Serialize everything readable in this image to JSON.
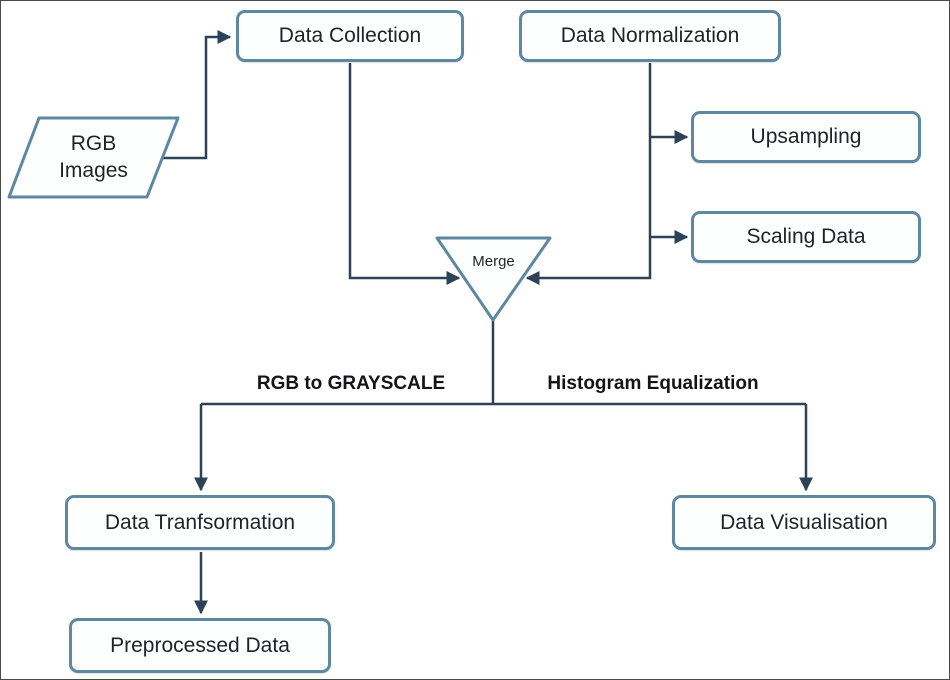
{
  "diagram": {
    "type": "flowchart",
    "colors": {
      "node_border": "#5e87a2",
      "node_fill": "#fdfefe",
      "connector": "#2c4257",
      "text": "#1f2328"
    },
    "nodes": {
      "rgb_images": {
        "label_line1": "RGB",
        "label_line2": "Images",
        "shape": "parallelogram"
      },
      "data_collection": {
        "label": "Data Collection",
        "shape": "rounded-rect"
      },
      "data_normalization": {
        "label": "Data Normalization",
        "shape": "rounded-rect"
      },
      "upsampling": {
        "label": "Upsampling",
        "shape": "rounded-rect"
      },
      "scaling_data": {
        "label": "Scaling Data",
        "shape": "rounded-rect"
      },
      "merge": {
        "label": "Merge",
        "shape": "inverted-triangle"
      },
      "data_transformation": {
        "label": "Data Tranfsormation",
        "shape": "rounded-rect"
      },
      "data_visualisation": {
        "label": "Data Visualisation",
        "shape": "rounded-rect"
      },
      "preprocessed_data": {
        "label": "Preprocessed Data",
        "shape": "rounded-rect"
      }
    },
    "edge_labels": {
      "left": "RGB to GRAYSCALE",
      "right": "Histogram Equalization"
    }
  }
}
